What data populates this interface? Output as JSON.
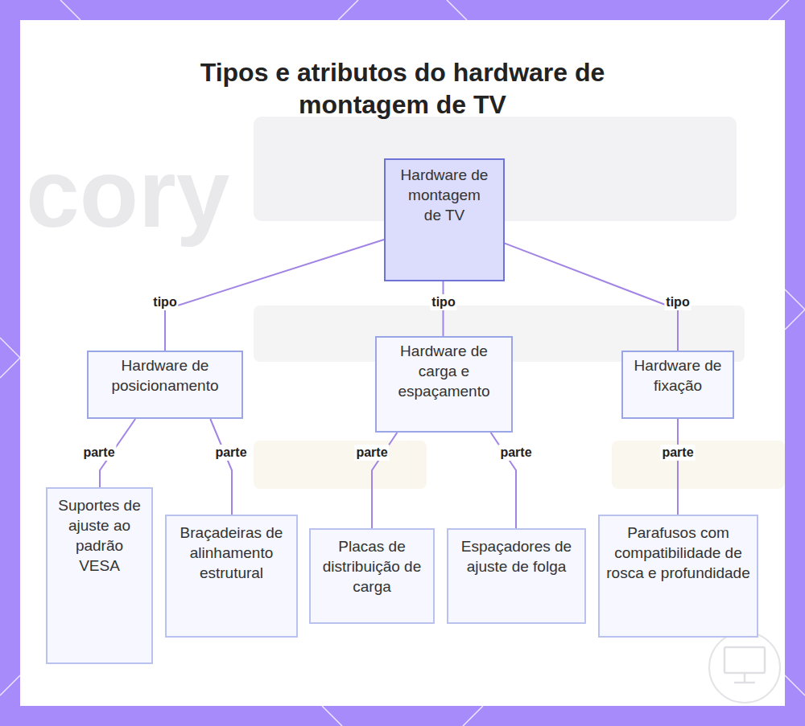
{
  "diagram": {
    "title": "Tipos e atributos do hardware de montagem de TV",
    "nodes": [
      {
        "text": [
          "Hardware de montagem de TV"
        ]
      },
      {
        "text": [
          "Hardware de posicionamento"
        ]
      },
      {
        "text": [
          "Hardware de carga e espaçamento"
        ]
      },
      {
        "text": [
          "Hardware de fixação"
        ]
      },
      {
        "text": [
          "Suportes de ajuste ao padrão VESA"
        ]
      },
      {
        "text": [
          "Braçadeiras de alinhamento estrutural"
        ]
      },
      {
        "text": [
          "Placas de distribuição de carga"
        ]
      },
      {
        "text": [
          "Espaçadores de ajuste de folga"
        ]
      },
      {
        "text": [
          "Parafusos com compatibilidade de rosca e profundidade"
        ]
      }
    ],
    "edges": [
      {
        "from": 0,
        "to": 1,
        "label": "tipo",
        "arrow": "none"
      },
      {
        "from": 0,
        "to": 2,
        "label": "tipo",
        "arrow": "none"
      },
      {
        "from": 0,
        "to": 3,
        "label": "tipo",
        "arrow": "none"
      },
      {
        "from": 1,
        "to": 4,
        "label": "parte",
        "arrow": "none"
      },
      {
        "from": 1,
        "to": 5,
        "label": "parte",
        "arrow": "none"
      },
      {
        "from": 2,
        "to": 6,
        "label": "parte",
        "arrow": "none"
      },
      {
        "from": 2,
        "to": 7,
        "label": "parte",
        "arrow": "none"
      },
      {
        "from": 3,
        "to": 8,
        "label": "parte",
        "arrow": "none"
      }
    ],
    "labels": [
      "cory"
    ]
  }
}
